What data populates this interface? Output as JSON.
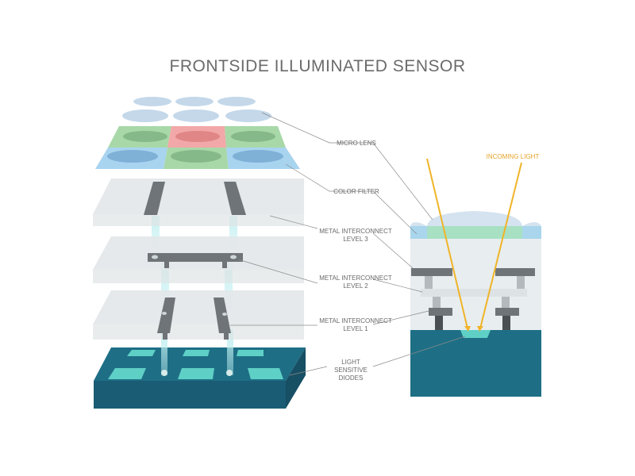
{
  "title": "FRONTSIDE ILLUMINATED SENSOR",
  "labels": {
    "micro_lens": "MICRO LENS",
    "color_filter": "COLOR FILTER",
    "metal3_line1": "METAL INTERCONNECT",
    "metal3_line2": "LEVEL 3",
    "metal2_line1": "METAL INTERCONNECT",
    "metal2_line2": "LEVEL 2",
    "metal1_line1": "METAL INTERCONNECT",
    "metal1_line2": "LEVEL 1",
    "diodes_line1": "LIGHT",
    "diodes_line2": "SENSITIVE",
    "diodes_line3": "DIODES",
    "incoming_light": "INCOMING LIGHT"
  },
  "colors": {
    "title": "#6b6b6b",
    "label": "#6a6a6a",
    "incoming_light": "#e6a328",
    "substrate_top": "#1e6f86",
    "substrate_front": "#1a5c74",
    "diode": "#5fd0c6",
    "metal": "#6f7478",
    "layer_plane": "#e3e7e9",
    "filter_green": "#a8d8a8",
    "filter_red": "#f2a8a8",
    "filter_blue": "#a8d4f0",
    "lens": "#c4d8ea"
  }
}
